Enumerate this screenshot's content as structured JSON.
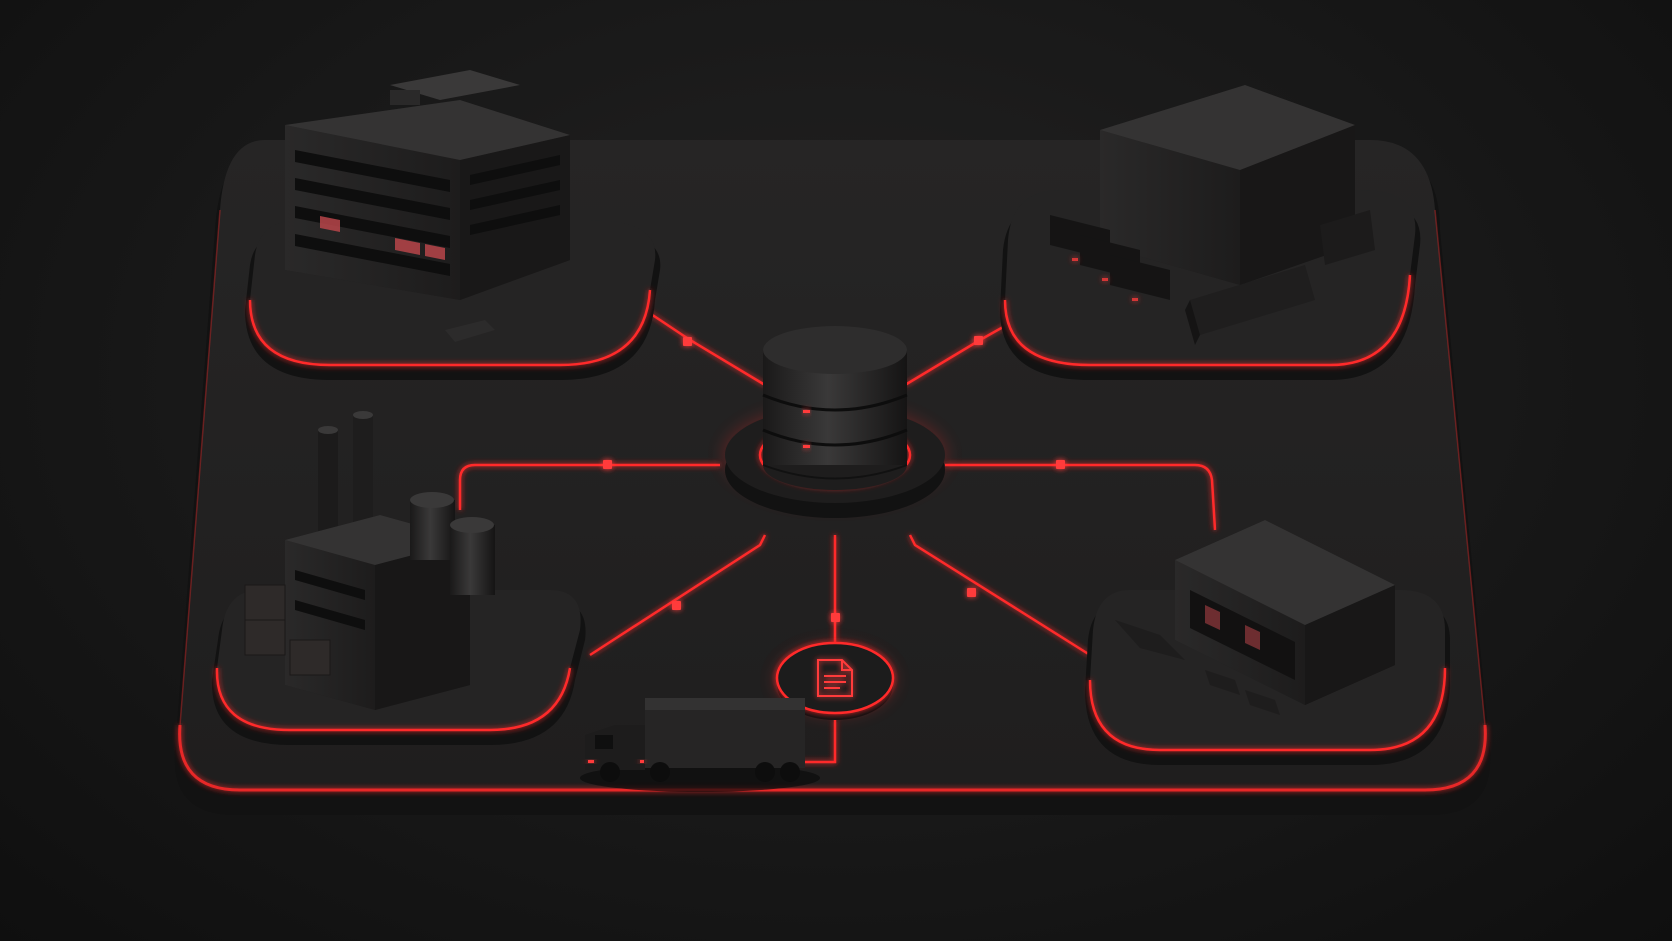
{
  "colors": {
    "background": "#161616",
    "platform_top": "#242323",
    "platform_side": "#141414",
    "accent": "#ff2a2a",
    "glow": "#ff3b3b",
    "building": "#2b2a2a",
    "building_dark": "#1c1b1b",
    "window_lit": "#b8454a"
  },
  "diagram": {
    "hub": {
      "kind": "database",
      "icon": "database-icon"
    },
    "document": {
      "icon": "document-icon"
    },
    "nodes": [
      {
        "id": "office",
        "icon": "office-building-icon"
      },
      {
        "id": "warehouse",
        "icon": "warehouse-icon"
      },
      {
        "id": "factory",
        "icon": "factory-icon"
      },
      {
        "id": "retail-store",
        "icon": "store-icon"
      },
      {
        "id": "truck",
        "icon": "truck-icon"
      }
    ],
    "connections": [
      {
        "from": "hub",
        "to": "office"
      },
      {
        "from": "hub",
        "to": "warehouse"
      },
      {
        "from": "hub",
        "to": "factory"
      },
      {
        "from": "hub",
        "to": "retail-store"
      },
      {
        "from": "hub",
        "to": "document"
      },
      {
        "from": "document",
        "to": "truck"
      }
    ]
  }
}
